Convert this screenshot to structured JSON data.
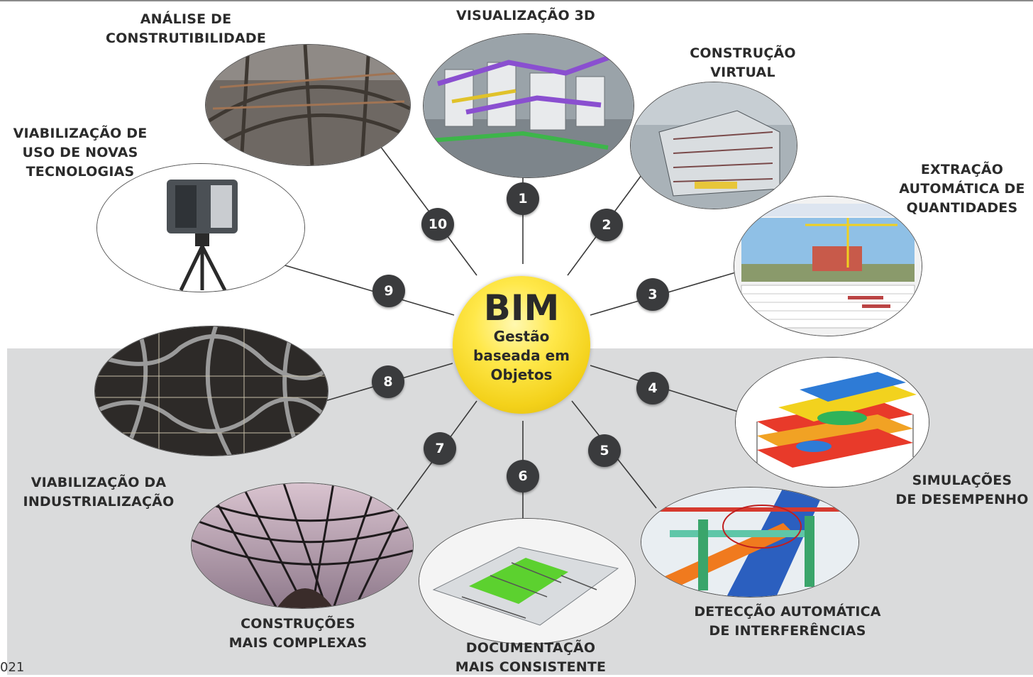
{
  "center": {
    "title": "BIM",
    "line1": "Gestão",
    "line2": "baseada em",
    "line3": "Objetos",
    "fill": "#f3d11a"
  },
  "footer": "021",
  "colors": {
    "band": "#dadbdc",
    "badge": "#3a3b3d",
    "text": "#2b2b2b"
  },
  "items": [
    {
      "number": "1",
      "lines": [
        "VISUALIZAÇÃO 3D"
      ],
      "image": "building-systems-3d-model"
    },
    {
      "number": "2",
      "lines": [
        "CONSTRUÇÃO",
        "VIRTUAL"
      ],
      "image": "virtual-building-render"
    },
    {
      "number": "3",
      "lines": [
        "EXTRAÇÃO",
        "AUTOMÁTICA DE",
        "QUANTIDADES"
      ],
      "image": "crane-site-software-screenshot"
    },
    {
      "number": "4",
      "lines": [
        "SIMULAÇÕES",
        "DE DESEMPENHO"
      ],
      "image": "thermal-heatmap-building"
    },
    {
      "number": "5",
      "lines": [
        "DETECÇÃO AUTOMÁTICA",
        "DE INTERFERÊNCIAS"
      ],
      "image": "pipe-clash-detection"
    },
    {
      "number": "6",
      "lines": [
        "DOCUMENTAÇÃO",
        "MAIS CONSISTENTE"
      ],
      "image": "floor-plan-3d-model"
    },
    {
      "number": "7",
      "lines": [
        "CONSTRUÇÕES",
        "MAIS COMPLEXAS"
      ],
      "image": "lattice-roof-structure"
    },
    {
      "number": "8",
      "lines": [
        "VIABILIZAÇÃO DA",
        "INDUSTRIALIZAÇÃO"
      ],
      "image": "steel-node-structure"
    },
    {
      "number": "9",
      "lines": [
        "VIABILIZAÇÃO DE",
        "USO DE NOVAS",
        "TECNOLOGIAS"
      ],
      "image": "laser-scanner-tripod"
    },
    {
      "number": "10",
      "lines": [
        "ANÁLISE DE",
        "CONSTRUTIBILIDADE"
      ],
      "image": "steel-construction-site"
    }
  ]
}
